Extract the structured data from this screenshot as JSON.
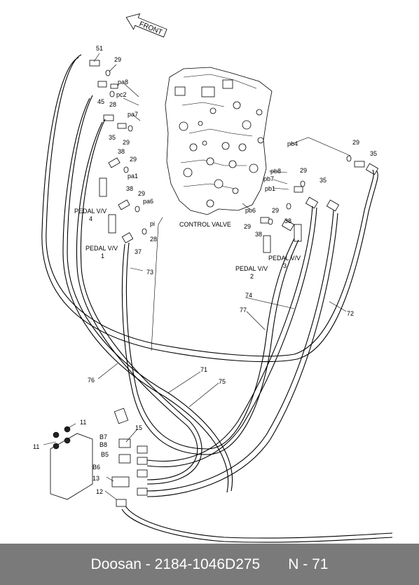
{
  "diagram": {
    "direction_label": "FRONT",
    "component_label": "CONTROL VALVE",
    "pedal_labels": [
      {
        "line1": "PEDAL V/V",
        "line2": "4"
      },
      {
        "line1": "PEDAL V/V",
        "line2": "1"
      },
      {
        "line1": "PEDAL V/V",
        "line2": "2"
      },
      {
        "line1": "PEDAL V/V",
        "line2": "3"
      }
    ],
    "port_labels": [
      "pa8",
      "pc2",
      "pa7",
      "pa1",
      "pa6",
      "pi",
      "pb4",
      "pb8",
      "pb7",
      "pb1",
      "pb6",
      "B7",
      "B8",
      "B5",
      "B6"
    ],
    "part_numbers": [
      "51",
      "29",
      "45",
      "28",
      "35",
      "29",
      "38",
      "29",
      "38",
      "29",
      "28",
      "37",
      "73",
      "29",
      "35",
      "29",
      "35",
      "29",
      "38",
      "29",
      "38",
      "74",
      "77",
      "72",
      "76",
      "71",
      "75",
      "11",
      "11",
      "15",
      "13",
      "12"
    ]
  },
  "footer": {
    "brand": "Doosan",
    "separator": " - ",
    "part_code": "2184-1046D275",
    "page": "N - 71"
  }
}
